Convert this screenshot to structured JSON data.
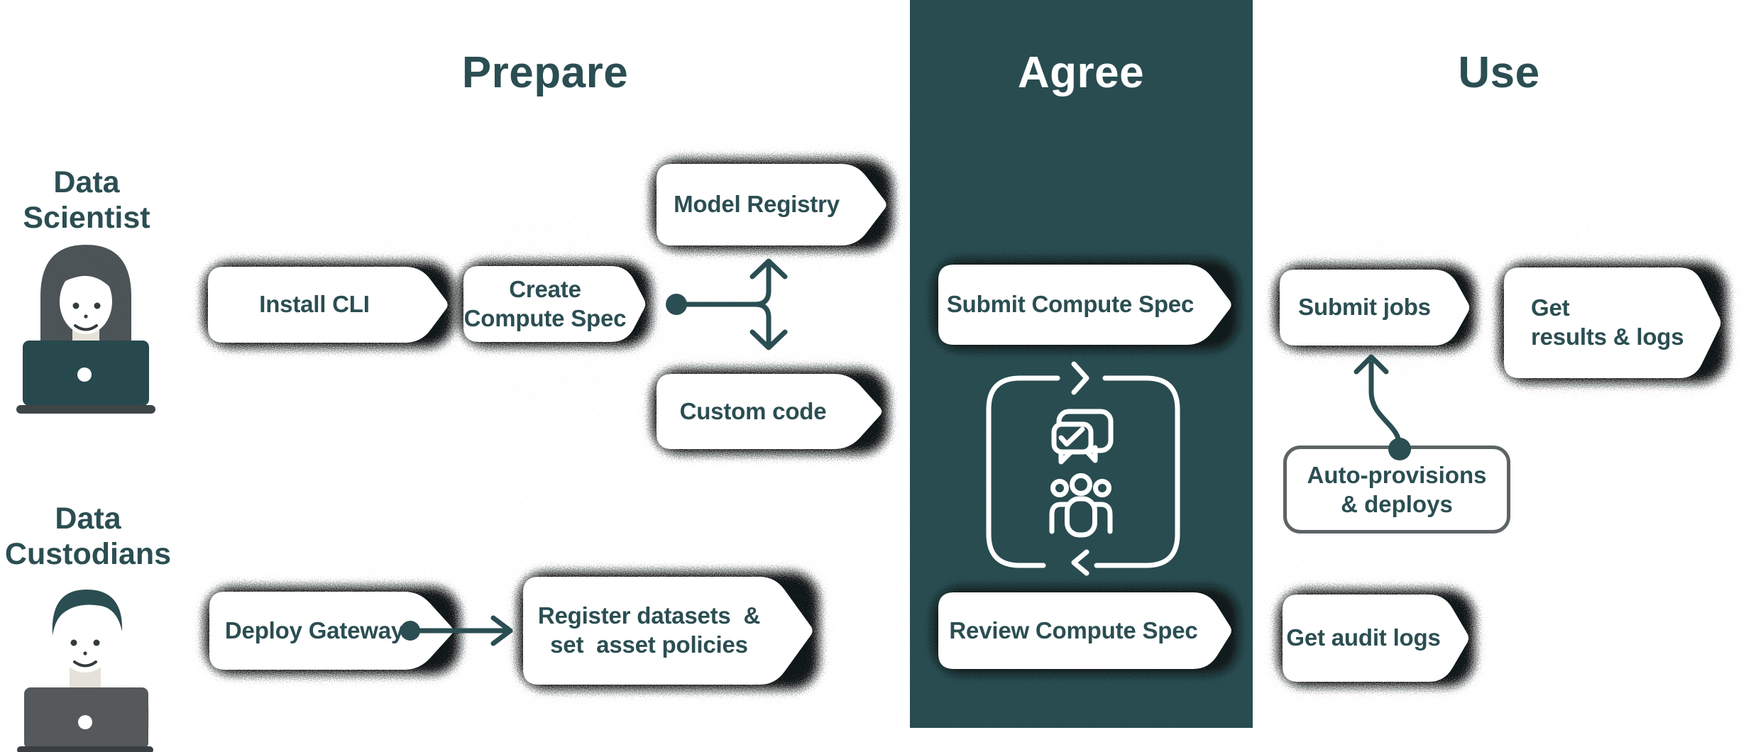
{
  "columns": {
    "prepare": {
      "heading": "Prepare"
    },
    "agree": {
      "heading": "Agree"
    },
    "use": {
      "heading": "Use"
    }
  },
  "actors": {
    "data_scientist": {
      "label": "Data\nScientist"
    },
    "data_custodians": {
      "label": "Data\nCustodians"
    }
  },
  "steps": {
    "install_cli": {
      "label": "Install CLI"
    },
    "create_compute_spec": {
      "label": "Create\nCompute Spec"
    },
    "model_registry": {
      "label": "Model Registry"
    },
    "custom_code": {
      "label": "Custom code"
    },
    "deploy_gateway": {
      "label": "Deploy Gateway"
    },
    "register_datasets": {
      "label": "Register datasets  &\nset  asset policies"
    },
    "submit_compute_spec": {
      "label": "Submit Compute Spec"
    },
    "review_compute_spec": {
      "label": "Review Compute Spec"
    },
    "submit_jobs": {
      "label": "Submit jobs"
    },
    "get_results_logs": {
      "label": "Get\nresults & logs"
    },
    "auto_provisions": {
      "label": "Auto-provisions\n& deploys"
    },
    "get_audit_logs": {
      "label": "Get audit logs"
    }
  },
  "icons": {
    "agree_cycle": "agreement-cycle-icon",
    "chat_check": "chat-bubbles-check-icon",
    "people_group": "people-group-icon",
    "data_scientist_avatar": "woman-at-laptop-avatar",
    "data_custodian_avatar": "man-at-laptop-avatar"
  },
  "colors": {
    "background": "#ffffff",
    "panel_teal": "#294c50",
    "text_teal": "#2b4e52",
    "heading_on_teal": "#ffffff",
    "box_fill": "#ffffff",
    "halo_dark": "#0e1213",
    "outline_gray": "#5e6466",
    "connector_teal": "#2b4e52",
    "scientist_hair": "#4c5457",
    "custodian_hair": "#2b4e52",
    "scientist_laptop": "#27494d",
    "custodian_laptop": "#55595b",
    "laptop_base": "#3e4546",
    "shoulders_beige": "#e5e2d9",
    "face_white": "#ffffff"
  }
}
